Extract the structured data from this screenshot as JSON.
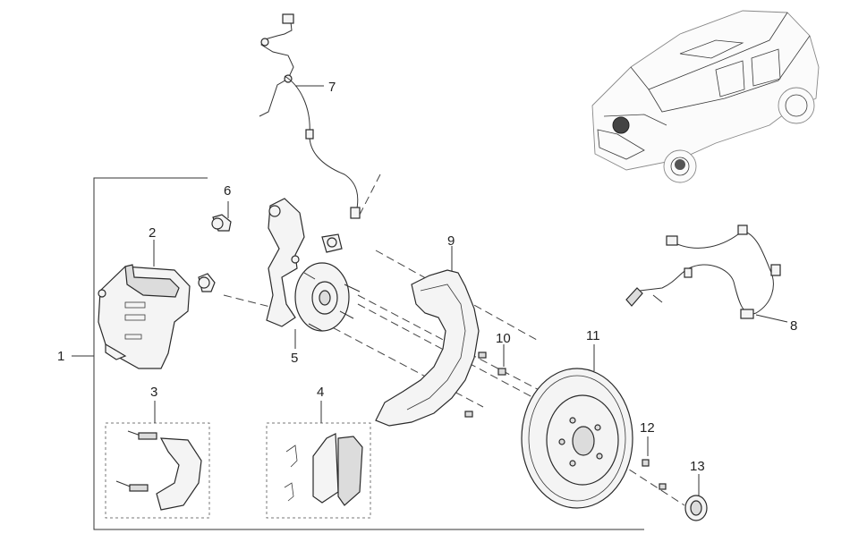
{
  "callouts": {
    "c1": "1",
    "c2": "2",
    "c3": "3",
    "c4": "4",
    "c5": "5",
    "c6": "6",
    "c7": "7",
    "c8": "8",
    "c9": "9",
    "c10": "10",
    "c11": "11",
    "c12": "12",
    "c13": "13"
  },
  "icons": {
    "vehicle": "suv-outline-icon",
    "caliper": "brake-caliper-icon",
    "knuckle": "steering-knuckle-icon",
    "disc": "brake-disc-icon"
  },
  "colors": {
    "line": "#333333",
    "part_fill": "#f4f4f4",
    "background": "#ffffff"
  }
}
